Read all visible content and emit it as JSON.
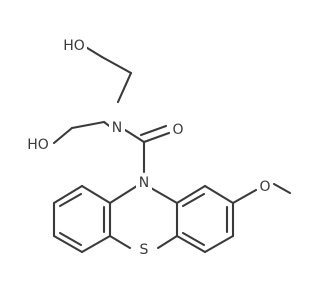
{
  "molecule": {
    "atoms": {
      "ho_top": "HO",
      "ho_left": "HO",
      "n_amide": "N",
      "o_carbonyl": "O",
      "n_ring": "N",
      "o_methoxy": "O",
      "s_ring": "S"
    }
  }
}
